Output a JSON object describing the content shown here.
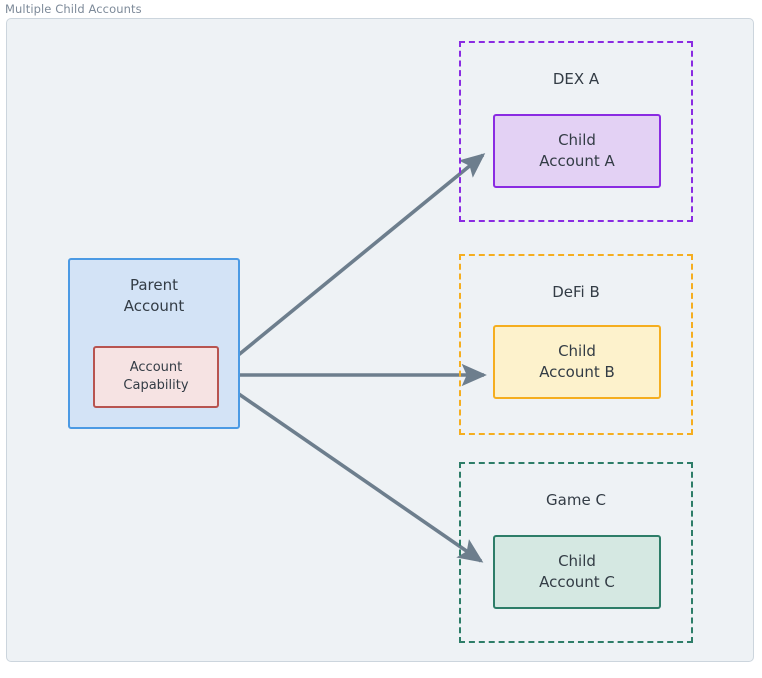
{
  "diagram": {
    "title": "Multiple Child Accounts",
    "background_color": "#eef2f5",
    "frame_border_color": "#ccd5dd",
    "title_color": "#7d8a99",
    "edge_color": "#6d7e8d"
  },
  "parent": {
    "label_line1": "Parent",
    "label_line2": "Account",
    "fill": "#d3e3f6",
    "stroke": "#4b9ae4",
    "capability": {
      "label_line1": "Account",
      "label_line2": "Capability",
      "fill": "#f6e3e3",
      "stroke": "#b85450"
    }
  },
  "groups": [
    {
      "name": "dex-a",
      "label": "DEX A",
      "stroke": "#8a2be2",
      "child": {
        "label_line1": "Child",
        "label_line2": "Account A",
        "fill": "#e3d1f4",
        "stroke": "#8a2be2"
      }
    },
    {
      "name": "defi-b",
      "label": "DeFi B",
      "stroke": "#f5ae1f",
      "child": {
        "label_line1": "Child",
        "label_line2": "Account B",
        "fill": "#fdf2cc",
        "stroke": "#f5ae1f"
      }
    },
    {
      "name": "game-c",
      "label": "Game C",
      "stroke": "#2d7d68",
      "child": {
        "label_line1": "Child",
        "label_line2": "Account C",
        "fill": "#d5e8e2",
        "stroke": "#2d7d68"
      }
    }
  ],
  "edges": [
    {
      "name": "capability-to-child-a",
      "from": "account-capability",
      "to": "child-account-a"
    },
    {
      "name": "capability-to-child-b",
      "from": "account-capability",
      "to": "child-account-b"
    },
    {
      "name": "capability-to-child-c",
      "from": "account-capability",
      "to": "child-account-c"
    }
  ]
}
